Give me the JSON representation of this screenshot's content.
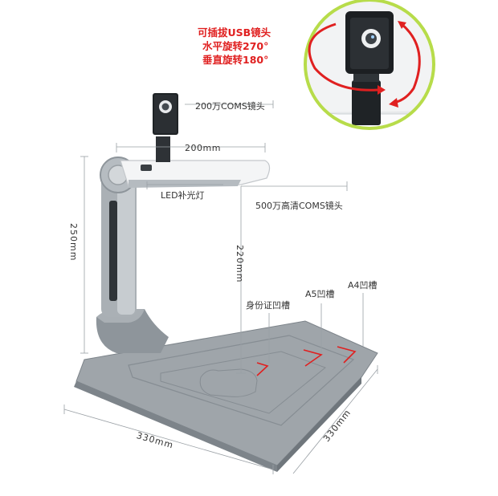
{
  "callout": {
    "line1": "可插拔USB镜头",
    "line2": "水平旋转270°",
    "line3": "垂直旋转180°"
  },
  "labels": {
    "camera_2mp": "200万COMS镜头",
    "arm_width": "200mm",
    "led_light": "LED补光灯",
    "camera_5mp": "500万高清COMS镜头",
    "height_250": "250mm",
    "height_220": "220mm",
    "id_slot": "身份证凹槽",
    "a5_slot": "A5凹槽",
    "a4_slot": "A4凹槽",
    "base_width": "330mm",
    "base_depth": "330mm"
  },
  "colors": {
    "accent_red": "#e02020",
    "base_gray": "#9fa5aa",
    "circle_border": "#b7dc4a"
  }
}
